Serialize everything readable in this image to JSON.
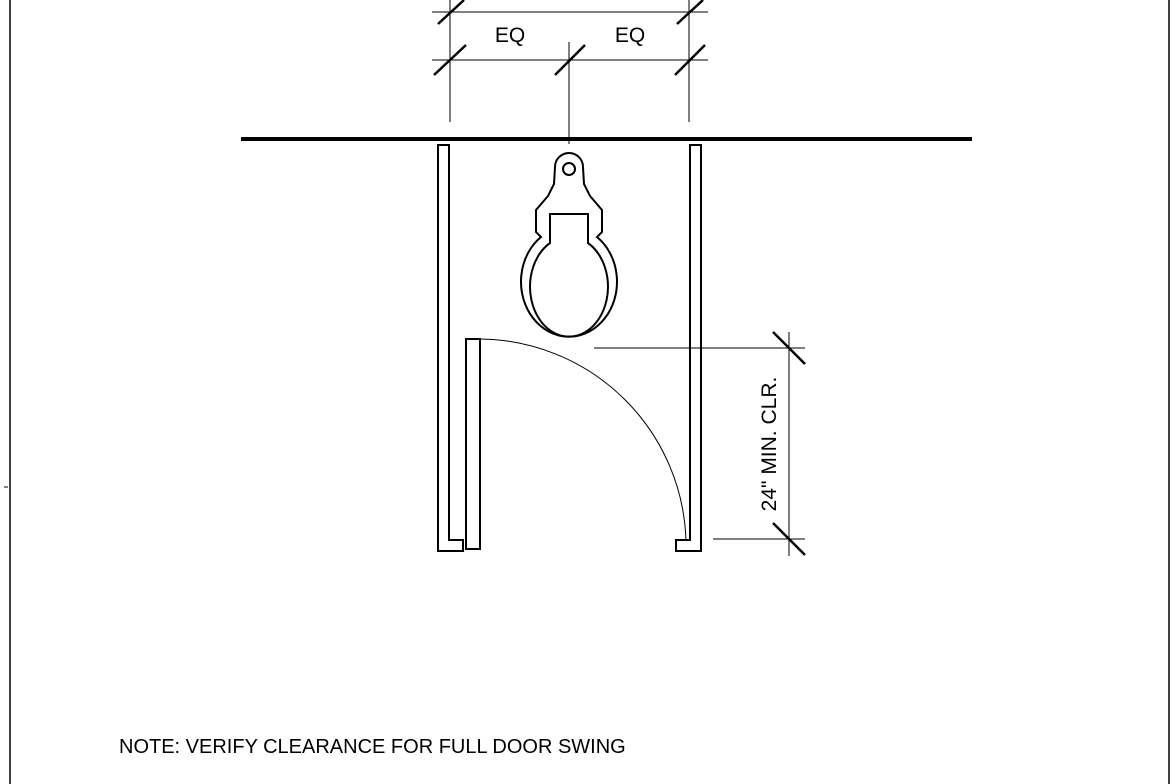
{
  "dimensions": {
    "left_label": "EQ",
    "right_label": "EQ",
    "clearance_label": "24\" MIN. CLR."
  },
  "note": {
    "text": "NOTE: VERIFY CLEARANCE FOR FULL DOOR SWING"
  },
  "colors": {
    "line": "#000000",
    "background": "#ffffff"
  }
}
